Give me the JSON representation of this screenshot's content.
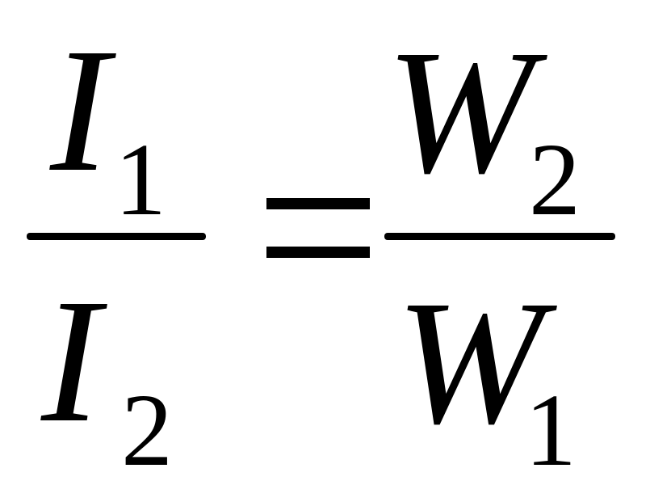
{
  "formula": {
    "left_numerator": {
      "symbol": "I",
      "subscript": "1"
    },
    "left_denominator": {
      "symbol": "I",
      "subscript": "2"
    },
    "operator": "=",
    "right_numerator": {
      "symbol": "W",
      "subscript": "2"
    },
    "right_denominator": {
      "symbol": "W",
      "subscript": "1"
    }
  }
}
